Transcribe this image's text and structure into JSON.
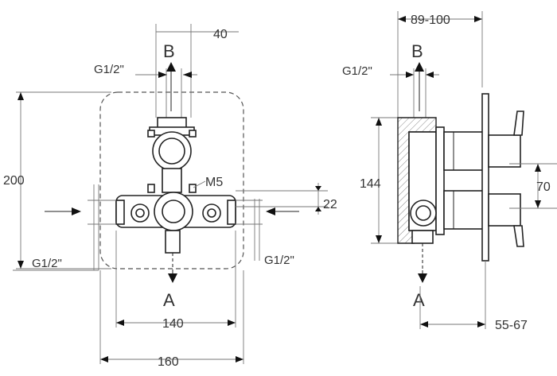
{
  "front_view": {
    "dim_top": "40",
    "label_outlet_top": "B",
    "label_thread_top": "G1/2\"",
    "dim_height": "200",
    "label_screw": "M5",
    "dim_offset": "22",
    "label_thread_left": "G1/2\"",
    "label_thread_right": "G1/2\"",
    "label_outlet_bottom": "A",
    "dim_inner_width": "140",
    "dim_outer_width": "160"
  },
  "side_view": {
    "dim_depth_range": "89-100",
    "label_outlet_top": "B",
    "label_thread_top": "G1/2\"",
    "dim_body_height": "144",
    "dim_handle_spacing": "70",
    "label_outlet_bottom": "A",
    "dim_trim_range": "55-67"
  },
  "colors": {
    "line": "#222222",
    "dimension": "#777777",
    "text": "#333333"
  }
}
